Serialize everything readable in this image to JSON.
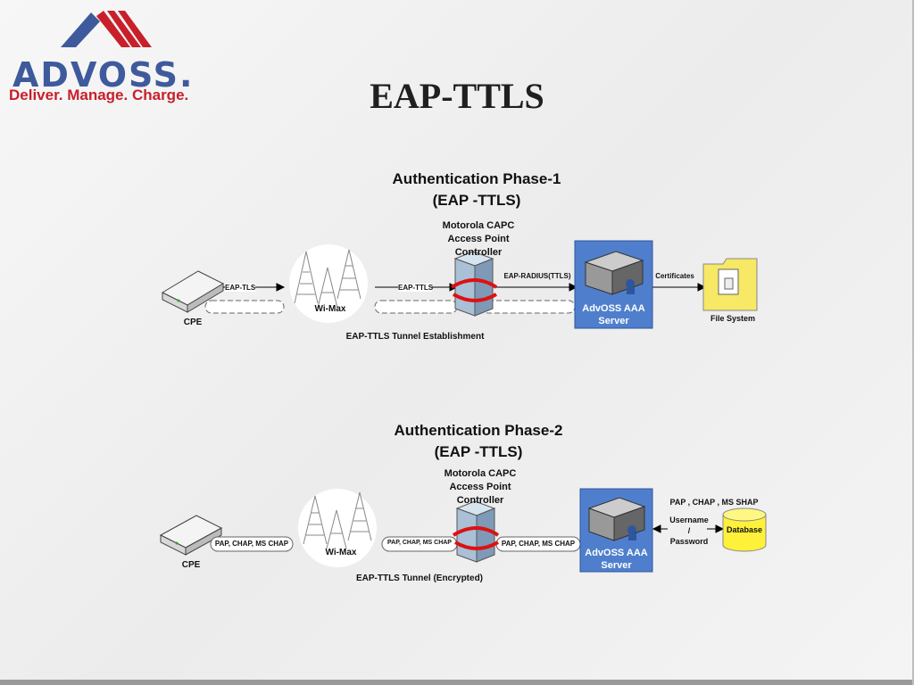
{
  "slide": {
    "title": "EAP-TTLS"
  },
  "logo": {
    "wordmark": "ADVOSS.",
    "tagline": "Deliver. Manage. Charge."
  },
  "phase1": {
    "title_line1": "Authentication Phase-1",
    "title_line2": "(EAP -TTLS)",
    "controller_label": "Motorola CAPC\nAccess Point\nController",
    "cpe_label": "CPE",
    "wimax_label": "Wi-Max",
    "server_label": "AdvOSS AAA\nServer",
    "filesystem_label": "File System",
    "arrow_cpe": "EAP-TLS",
    "arrow_wimax": "EAP-TTLS",
    "arrow_radius": "EAP-RADIUS(TTLS)",
    "arrow_certificates": "Certificates",
    "tunnel_caption": "EAP-TTLS Tunnel Establishment"
  },
  "phase2": {
    "title_line1": "Authentication Phase-2",
    "title_line2": "(EAP -TTLS)",
    "controller_label": "Motorola CAPC\nAccess Point\nController",
    "cpe_label": "CPE",
    "wimax_label": "Wi-Max",
    "server_label": "AdvOSS AAA\nServer",
    "database_label": "Database",
    "tunnel1": "PAP, CHAP, MS CHAP",
    "tunnel2": "PAP, CHAP, MS CHAP",
    "tunnel3": "PAP, CHAP, MS CHAP",
    "methods": "PAP , CHAP , MS SHAP",
    "userpass": "Username\n/\nPassword",
    "tunnel_caption": "EAP-TTLS Tunnel (Encrypted)"
  },
  "colors": {
    "server_bg": "#4f7fcc",
    "logo_blue": "#3f5a9c",
    "logo_red": "#c8202b",
    "folder": "#f7e865",
    "database": "#fff13a"
  }
}
